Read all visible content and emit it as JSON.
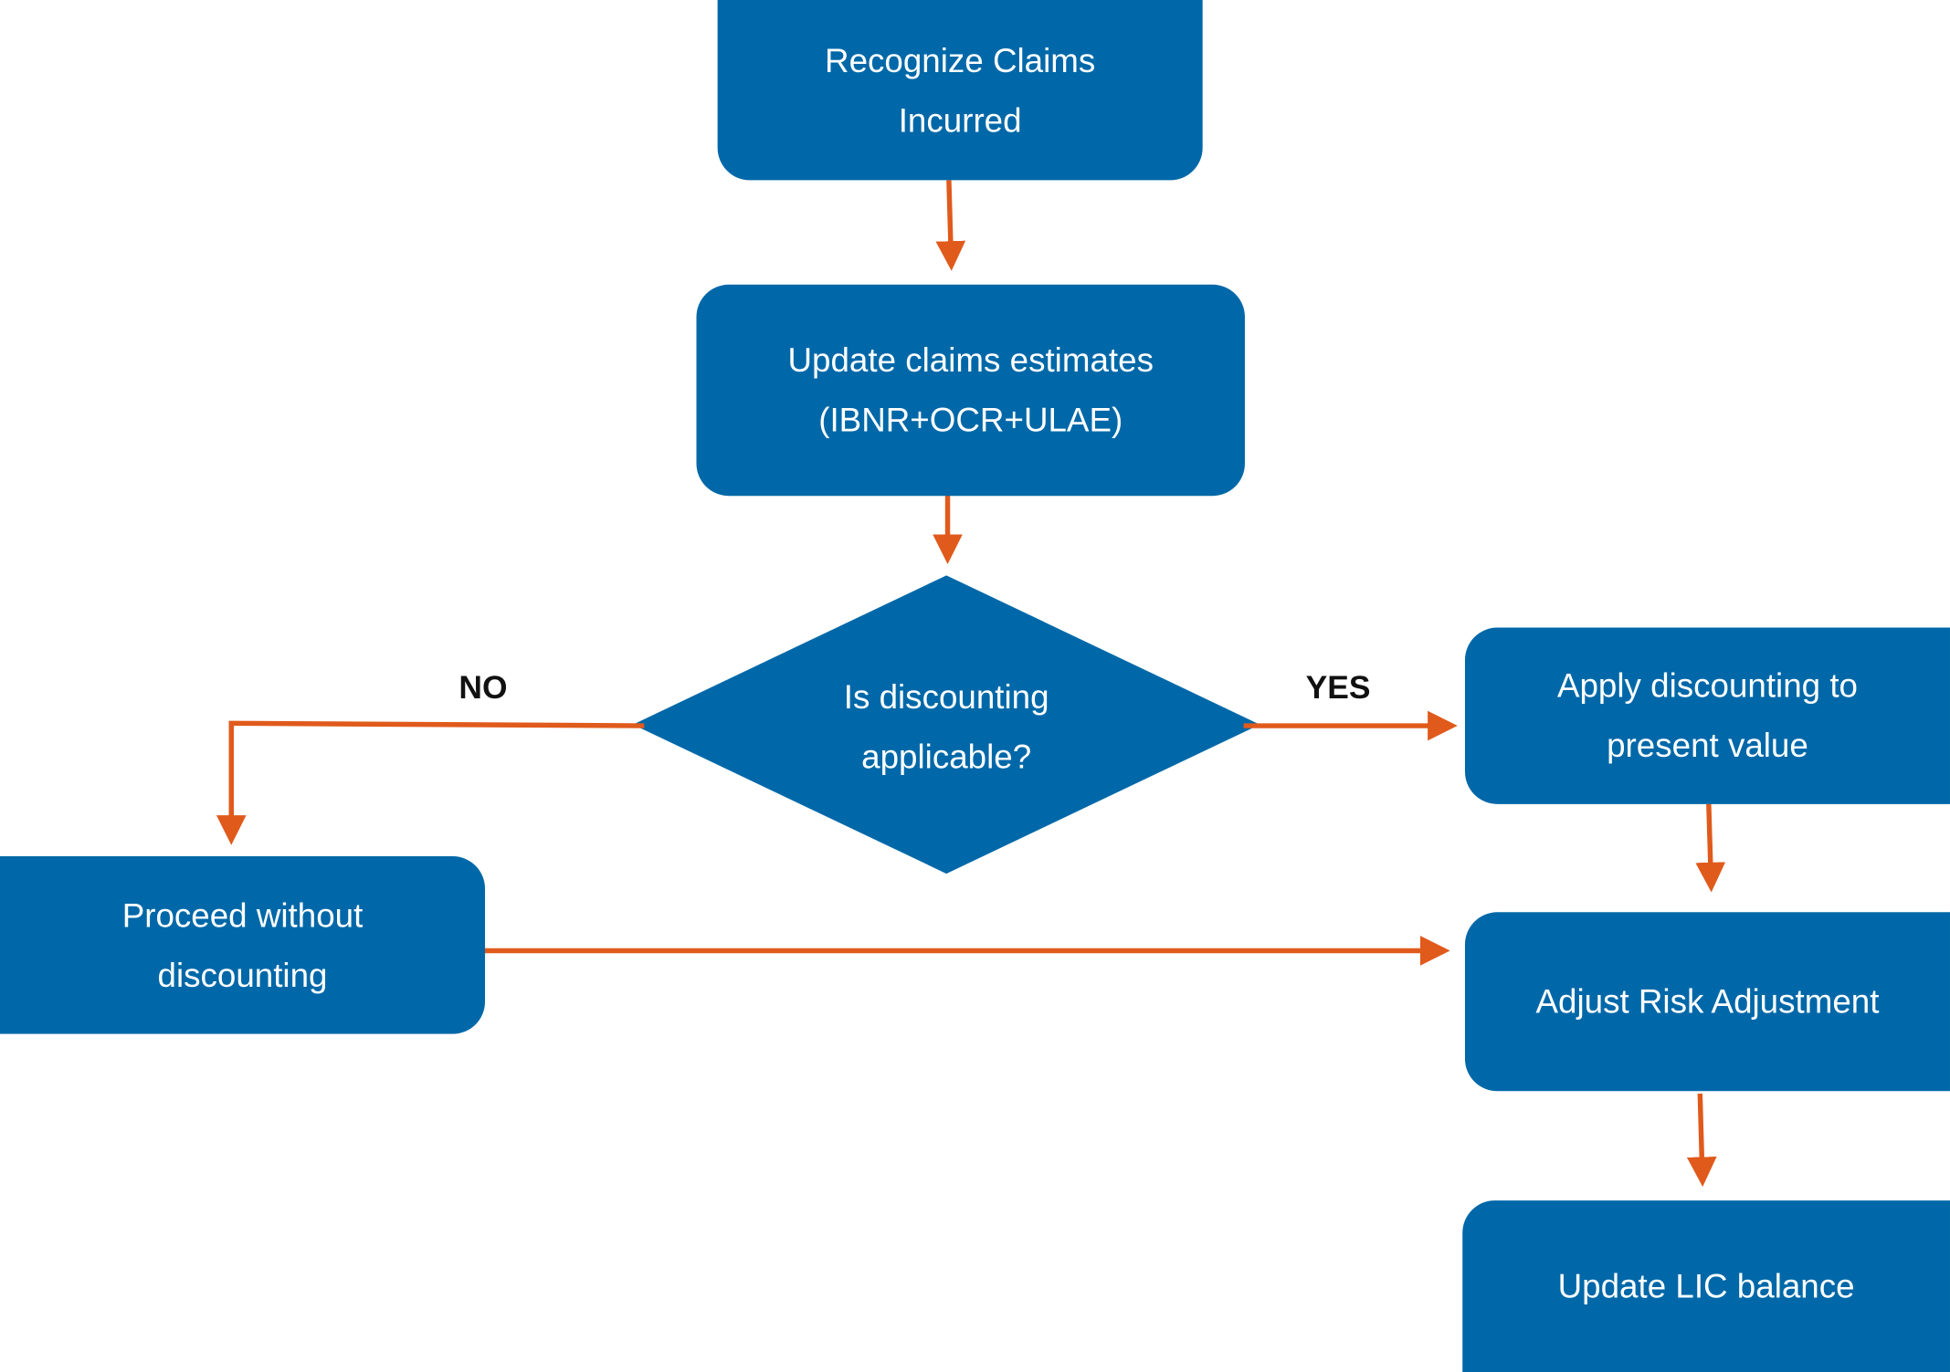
{
  "colors": {
    "node_fill": "#0068a8",
    "connector": "#e05a1c",
    "node_text": "#ffffff",
    "label_text": "#111111"
  },
  "nodes": {
    "recognize": "Recognize Claims\nIncurred",
    "update_estimates": "Update claims estimates\n(IBNR+OCR+ULAE)",
    "decision": "Is discounting\napplicable?",
    "apply_discounting": "Apply discounting to\npresent value",
    "proceed_without": "Proceed without\ndiscounting",
    "adjust_risk": "Adjust Risk Adjustment",
    "update_lic": "Update LIC balance"
  },
  "branches": {
    "no": "NO",
    "yes": "YES"
  }
}
